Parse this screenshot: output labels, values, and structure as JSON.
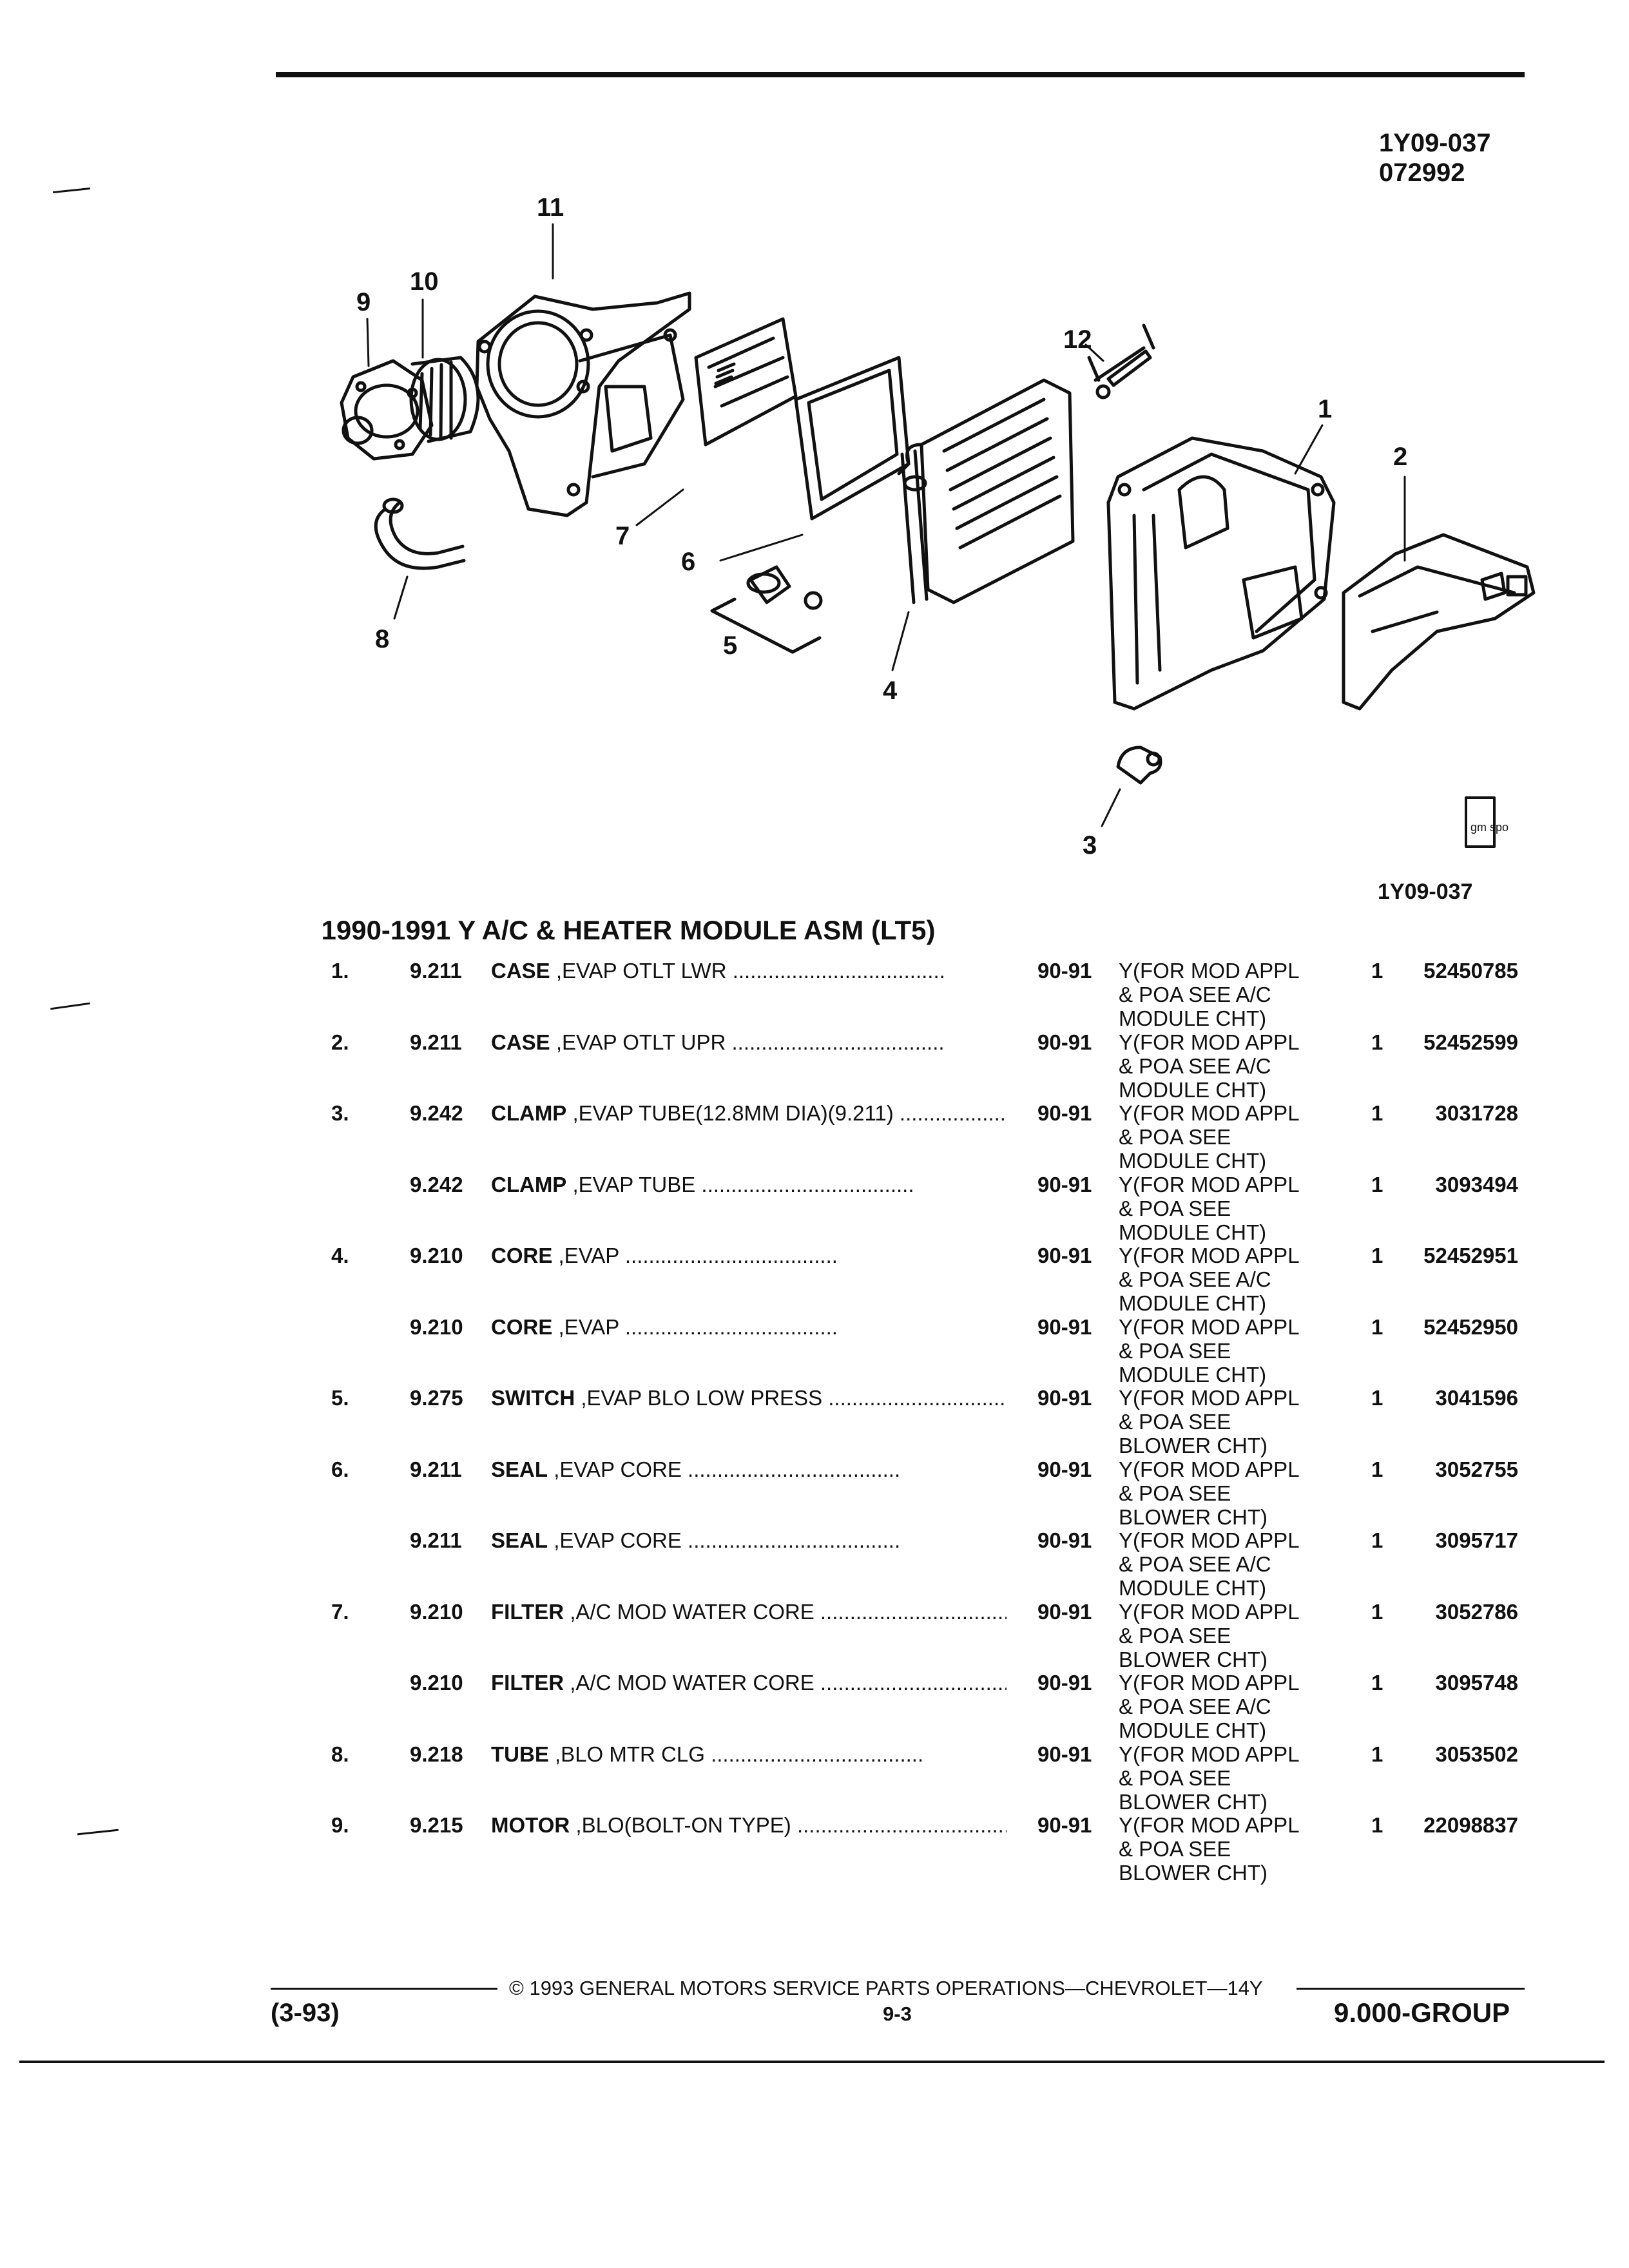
{
  "header": {
    "ref_code": "1Y09-037",
    "date_code": "072992"
  },
  "illustration": {
    "figure_code": "1Y09-037",
    "callouts": [
      "1",
      "2",
      "3",
      "4",
      "5",
      "6",
      "7",
      "8",
      "9",
      "10",
      "11",
      "12"
    ],
    "gm_spo_logo": "gm spo",
    "dot_leader": "...................................."
  },
  "section_title": "1990-1991 Y A/C & HEATER MODULE ASM (LT5)",
  "parts": [
    {
      "num": "1.",
      "group": "9.211",
      "name": "CASE",
      "desc": ",EVAP OTLT LWR",
      "years": "90-91",
      "app": "Y(FOR MOD APPL\n& POA SEE A/C\nMODULE CHT)",
      "qty": "1",
      "part_no": "52450785"
    },
    {
      "num": "2.",
      "group": "9.211",
      "name": "CASE",
      "desc": ",EVAP OTLT UPR",
      "years": "90-91",
      "app": "Y(FOR MOD APPL\n& POA SEE A/C\nMODULE CHT)",
      "qty": "1",
      "part_no": "52452599"
    },
    {
      "num": "3.",
      "group": "9.242",
      "name": "CLAMP",
      "desc": ",EVAP TUBE(12.8MM DIA)(9.211)",
      "years": "90-91",
      "app": "Y(FOR MOD APPL\n& POA SEE\nMODULE CHT)",
      "qty": "1",
      "part_no": "3031728"
    },
    {
      "num": "",
      "group": "9.242",
      "name": "CLAMP",
      "desc": ",EVAP TUBE",
      "years": "90-91",
      "app": "Y(FOR MOD APPL\n& POA SEE\nMODULE CHT)",
      "qty": "1",
      "part_no": "3093494"
    },
    {
      "num": "4.",
      "group": "9.210",
      "name": "CORE",
      "desc": ",EVAP",
      "years": "90-91",
      "app": "Y(FOR MOD APPL\n& POA SEE A/C\nMODULE CHT)",
      "qty": "1",
      "part_no": "52452951"
    },
    {
      "num": "",
      "group": "9.210",
      "name": "CORE",
      "desc": ",EVAP",
      "years": "90-91",
      "app": "Y(FOR MOD APPL\n& POA SEE\nMODULE CHT)",
      "qty": "1",
      "part_no": "52452950"
    },
    {
      "num": "5.",
      "group": "9.275",
      "name": "SWITCH",
      "desc": ",EVAP BLO LOW PRESS",
      "years": "90-91",
      "app": "Y(FOR MOD APPL\n& POA SEE\nBLOWER CHT)",
      "qty": "1",
      "part_no": "3041596"
    },
    {
      "num": "6.",
      "group": "9.211",
      "name": "SEAL",
      "desc": ",EVAP CORE",
      "years": "90-91",
      "app": "Y(FOR MOD APPL\n& POA SEE\nBLOWER CHT)",
      "qty": "1",
      "part_no": "3052755"
    },
    {
      "num": "",
      "group": "9.211",
      "name": "SEAL",
      "desc": ",EVAP CORE",
      "years": "90-91",
      "app": "Y(FOR MOD APPL\n& POA SEE A/C\nMODULE CHT)",
      "qty": "1",
      "part_no": "3095717"
    },
    {
      "num": "7.",
      "group": "9.210",
      "name": "FILTER",
      "desc": ",A/C MOD WATER CORE",
      "years": "90-91",
      "app": "Y(FOR MOD APPL\n& POA SEE\nBLOWER CHT)",
      "qty": "1",
      "part_no": "3052786"
    },
    {
      "num": "",
      "group": "9.210",
      "name": "FILTER",
      "desc": ",A/C MOD WATER CORE",
      "years": "90-91",
      "app": "Y(FOR MOD APPL\n& POA SEE A/C\nMODULE CHT)",
      "qty": "1",
      "part_no": "3095748"
    },
    {
      "num": "8.",
      "group": "9.218",
      "name": "TUBE",
      "desc": ",BLO MTR CLG",
      "years": "90-91",
      "app": "Y(FOR MOD APPL\n& POA SEE\nBLOWER CHT)",
      "qty": "1",
      "part_no": "3053502"
    },
    {
      "num": "9.",
      "group": "9.215",
      "name": "MOTOR",
      "desc": ",BLO(BOLT-ON TYPE)",
      "years": "90-91",
      "app": "Y(FOR MOD APPL\n& POA SEE\nBLOWER CHT)",
      "qty": "1",
      "part_no": "22098837"
    }
  ],
  "footer": {
    "copyright": "© 1993 GENERAL MOTORS SERVICE PARTS OPERATIONS—CHEVROLET—14Y",
    "revision": "(3-93)",
    "page": "9-3",
    "group": "9.000-GROUP"
  }
}
